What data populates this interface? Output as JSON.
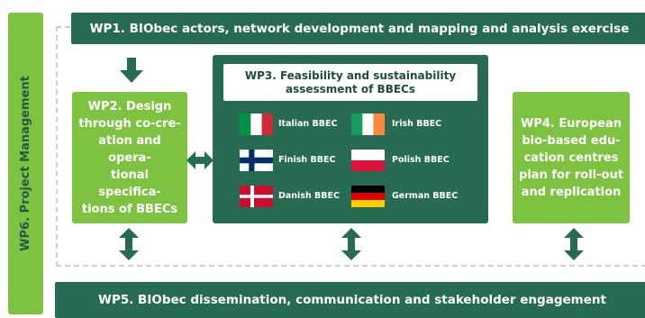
{
  "wp1": {
    "label": "WP1. BIObec actors, network development and mapping and analysis exercise"
  },
  "wp2": {
    "lines": [
      "WP2. Design",
      "through co-cre-",
      "ation and opera-",
      "tional specifica-",
      "tions of BBECs"
    ]
  },
  "wp3": {
    "title_lines": [
      "WP3. Feasibility and sustainability",
      "assessment of BBECs"
    ],
    "flags": [
      {
        "label": "Italian BBEC",
        "icon": "italy-flag-icon",
        "colors": [
          "#009246",
          "#ffffff",
          "#ce2b37"
        ]
      },
      {
        "label": "Irish BBEC",
        "icon": "ireland-flag-icon",
        "colors": [
          "#169b62",
          "#ffffff",
          "#ff883e"
        ]
      },
      {
        "label": "Finish BBEC",
        "icon": "finland-flag-icon",
        "colors": [
          "#ffffff",
          "#002f6c"
        ]
      },
      {
        "label": "Polish BBEC",
        "icon": "poland-flag-icon",
        "colors": [
          "#ffffff",
          "#dc143c"
        ]
      },
      {
        "label": "Danish BBEC",
        "icon": "denmark-flag-icon",
        "colors": [
          "#c8102e",
          "#ffffff"
        ]
      },
      {
        "label": "German BBEC",
        "icon": "germany-flag-icon",
        "colors": [
          "#000000",
          "#dd0000",
          "#ffce00"
        ]
      }
    ]
  },
  "wp4": {
    "lines": [
      "WP4. European",
      "bio-based edu-",
      "cation centres",
      "plan for roll-out",
      "and replication"
    ]
  },
  "wp5": {
    "label": "WP5. BIObec dissemination, communication and stakeholder engagement"
  },
  "wp6": {
    "label": "WP6. Project Management"
  },
  "colors": {
    "dark_green": "#266b52",
    "light_green": "#7ec241",
    "dashed_border": "#cfcfcf"
  }
}
